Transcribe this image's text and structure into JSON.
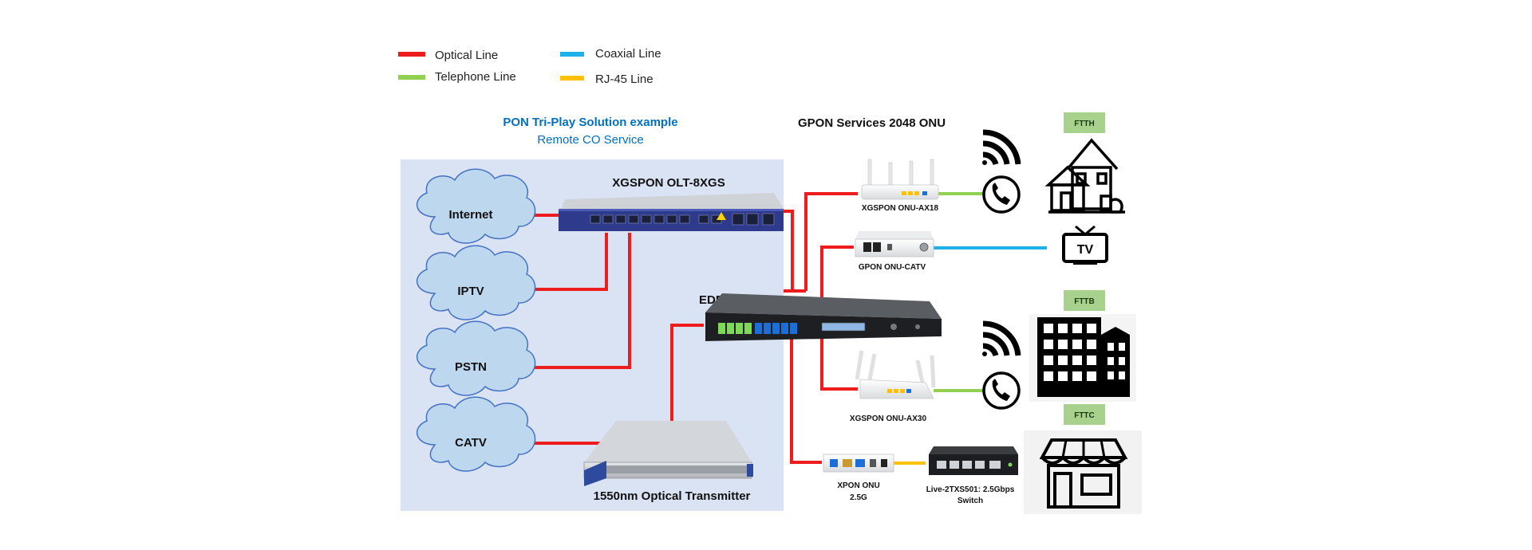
{
  "legend": {
    "items": [
      {
        "label": "Optical Line",
        "color": "#ee1c1c"
      },
      {
        "label": "Telephone Line",
        "color": "#92d050"
      },
      {
        "label": "Coaxial Line",
        "color": "#1eb0e8"
      },
      {
        "label": "RJ-45 Line",
        "color": "#ffc000"
      }
    ]
  },
  "title": {
    "main": "PON Tri-Play Solution example",
    "sub": "Remote CO Service",
    "services": "GPON Services 2048 ONU"
  },
  "clouds": {
    "internet": "Internet",
    "iptv": "IPTV",
    "pstn": "PSTN",
    "catv": "CATV"
  },
  "devices": {
    "olt": "XGSPON OLT-8XGS",
    "edfa": "EDFA-4",
    "transmitter": "1550nm Optical Transmitter",
    "onu_ax18": "XGSPON ONU-AX18",
    "onu_catv": "GPON ONU-CATV",
    "onu_ax30": "XGSPON ONU-AX30",
    "xpon_onu_l1": "XPON ONU",
    "xpon_onu_l2": "2.5G",
    "switch_l1": "Live-2TXS501: 2.5Gbps",
    "switch_l2": "Switch"
  },
  "badges": {
    "ftth": "FTTH",
    "fttb": "FTTB",
    "fttc": "FTTC"
  },
  "icons": {
    "tv_label": "TV"
  },
  "colors": {
    "panel": "#dae3f3",
    "cloud_fill": "#bdd7ee",
    "cloud_stroke": "#4472c4",
    "title_blue": "#0070c0",
    "badge_green": "#a9d18e"
  }
}
